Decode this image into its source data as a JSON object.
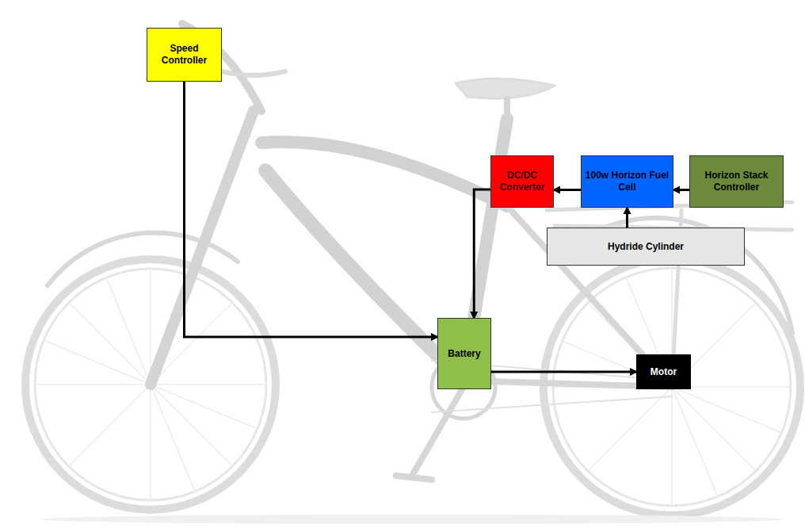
{
  "diagram": {
    "nodes": [
      {
        "text": [
          "Speed Controller"
        ]
      },
      {
        "text": [
          "DC/DC Converter"
        ]
      },
      {
        "text": [
          "100w Horizon Fuel Cell"
        ]
      },
      {
        "text": [
          "Horizon Stack Controller"
        ]
      },
      {
        "text": [
          "Hydride Cylinder"
        ]
      },
      {
        "text": [
          "Battery"
        ]
      },
      {
        "text": [
          "Motor"
        ]
      }
    ],
    "edges": [
      {
        "from": 0,
        "to": 5,
        "arrow": "to"
      },
      {
        "from": 1,
        "to": 5,
        "arrow": "to"
      },
      {
        "from": 2,
        "to": 1,
        "arrow": "to"
      },
      {
        "from": 3,
        "to": 2,
        "arrow": "to"
      },
      {
        "from": 4,
        "to": 2,
        "arrow": "to"
      },
      {
        "from": 5,
        "to": 6,
        "arrow": "to"
      }
    ]
  }
}
